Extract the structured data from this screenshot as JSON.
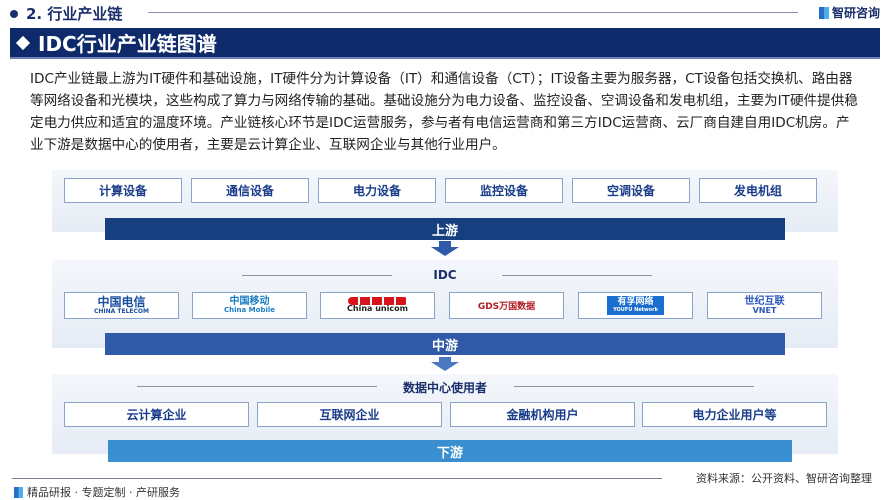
{
  "header": {
    "section": "2. 行业产业链",
    "brand": "智研咨询"
  },
  "title": "IDC行业产业链图谱",
  "paragraph": "IDC产业链最上游为IT硬件和基础设施，IT硬件分为计算设备（IT）和通信设备（CT）；IT设备主要为服务器，CT设备包括交换机、路由器等网络设备和光模块，这些构成了算力与网络传输的基础。基础设施分为电力设备、监控设备、空调设备和发电机组，主要为IT硬件提供稳定电力供应和适宜的温度环境。产业链核心环节是IDC运营服务，参与者有电信运营商和第三方IDC运营商、云厂商自建自用IDC机房。产业下游是数据中心的使用者，主要是云计算企业、互联网企业与其他行业用户。",
  "upstream": {
    "items": [
      "计算设备",
      "通信设备",
      "电力设备",
      "监控设备",
      "空调设备",
      "发电机组"
    ],
    "bar": "上游"
  },
  "midstream": {
    "label": "IDC",
    "logos": [
      {
        "cn": "中国电信",
        "en": "CHINA TELECOM",
        "color": "#1a4fa0"
      },
      {
        "cn": "中国移动",
        "en": "China Mobile",
        "color": "#1a7ec4"
      },
      {
        "cn": "",
        "en": "China unicom",
        "color": "#d8141b"
      },
      {
        "cn": "GDS万国数据",
        "en": "",
        "color": "#b01c24"
      },
      {
        "cn": "有孚网络",
        "en": "YOUFU Network",
        "color": "#1a6ed0"
      },
      {
        "cn": "世纪互联",
        "en": "VNET",
        "color": "#2a56b8"
      }
    ],
    "bar": "中游"
  },
  "downstream": {
    "label": "数据中心使用者",
    "items": [
      "云计算企业",
      "互联网企业",
      "金融机构用户",
      "电力企业用户等"
    ],
    "bar": "下游"
  },
  "footer": {
    "source": "资料来源：公开资料、智研咨询整理",
    "tagline": "精品研报 · 专题定制 · 产研服务"
  },
  "colors": {
    "navy": "#0f2a6b",
    "upstream_bar": "#163f80",
    "midstream_bar": "#2f5aa8",
    "downstream_bar": "#3a8fd0"
  }
}
